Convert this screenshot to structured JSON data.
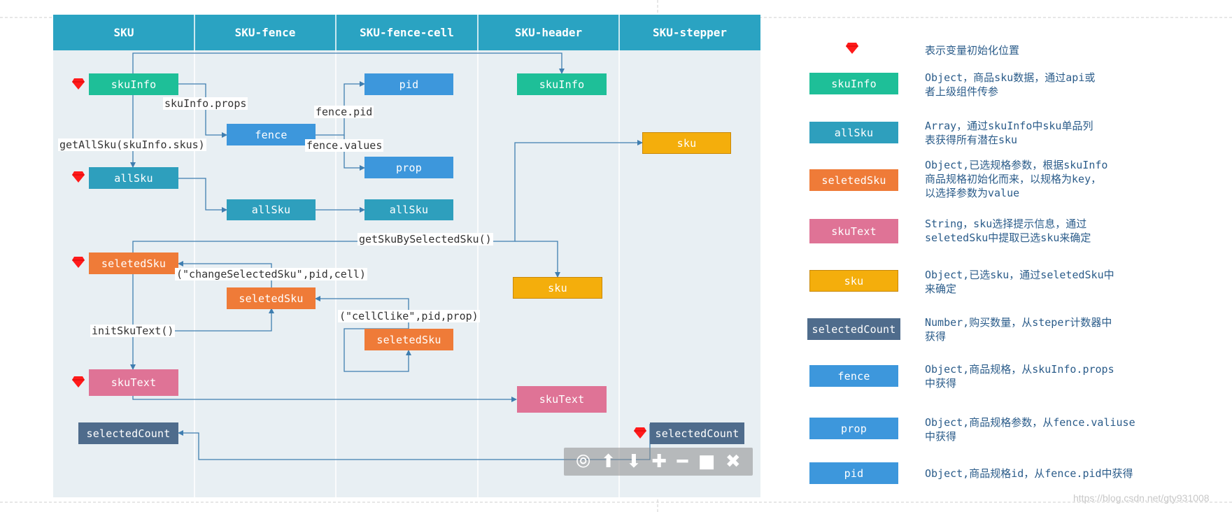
{
  "columns": [
    "SKU",
    "SKU-fence",
    "SKU-fence-cell",
    "SKU-header",
    "SKU-stepper"
  ],
  "nodes": {
    "skuInfo_main": "skuInfo",
    "skuInfo_header": "skuInfo",
    "pid": "pid",
    "fence": "fence",
    "prop": "prop",
    "allSku_main": "allSku",
    "allSku_fence": "allSku",
    "allSku_cell": "allSku",
    "sku_stepper": "sku",
    "sku_header": "sku",
    "seletedSku_main": "seletedSku",
    "seletedSku_fence": "seletedSku",
    "seletedSku_cell": "seletedSku",
    "skuText_main": "skuText",
    "skuText_header": "skuText",
    "selectedCount_main": "selectedCount",
    "selectedCount_stepper": "selectedCount"
  },
  "edge_labels": {
    "props": "skuInfo.props",
    "getAllSku": "getAllSku(skuInfo.skus)",
    "fence_pid": "fence.pid",
    "fence_values": "fence.values",
    "getSkuBySelected": "getSkuBySelectedSku()",
    "changeSelected": "(\"changeSelectedSku\",pid,cell)",
    "initSkuText": "initSkuText()",
    "cellClike": "(\"cellClike\",pid,prop)"
  },
  "legend": {
    "gem_text": "表示变量初始化位置",
    "items": [
      {
        "label": "skuInfo",
        "desc": "Object，商品sku数据，通过api或\n者上级组件传参"
      },
      {
        "label": "allSku",
        "desc": "Array，通过skuInfo中sku单品列\n表获得所有潜在sku"
      },
      {
        "label": "seletedSku",
        "desc": "Object,已选规格参数，根据skuInfo\n商品规格初始化而来，以规格为key，\n以选择参数为value"
      },
      {
        "label": "skuText",
        "desc": "String，sku选择提示信息，通过\nseletedSku中提取已选sku来确定"
      },
      {
        "label": "sku",
        "desc": "Object,已选sku，通过seletedSku中\n来确定"
      },
      {
        "label": "selectedCount",
        "desc": "Number,购买数量，从steper计数器中\n获得"
      },
      {
        "label": "fence",
        "desc": "Object,商品规格，从skuInfo.props\n中获得"
      },
      {
        "label": "prop",
        "desc": "Object,商品规格参数，从fence.valiuse\n中获得"
      },
      {
        "label": "pid",
        "desc": "Object,商品规格id，从fence.pid中获得"
      }
    ]
  },
  "watermark": "https://blog.csdn.net/gty931008",
  "colors": {
    "header": "#2aa3c2",
    "panel": "#e8eff3",
    "teal": "#1ebf98",
    "cyan": "#2e9fbd",
    "blue": "#3d97dc",
    "orange": "#ef7b38",
    "pink": "#df7396",
    "gold": "#f4ae0c",
    "slate": "#4f6c8c",
    "gem": "#ff1a1a",
    "line": "#3f7eb0"
  },
  "icons": [
    "red-gem-icon",
    "cursor-icon",
    "arrow-up-icon",
    "arrow-down-icon",
    "plus-icon",
    "minus-icon",
    "square-icon",
    "close-icon"
  ]
}
